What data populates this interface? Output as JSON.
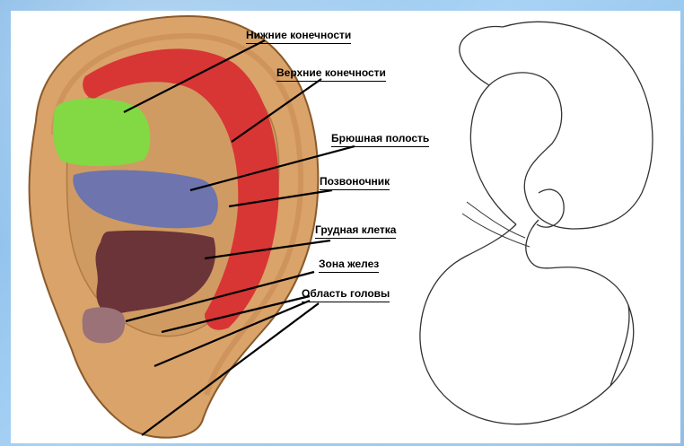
{
  "labels": {
    "lower_limbs": "Нижние конечности",
    "upper_limbs": "Верхние конечности",
    "abdominal_cavity": "Брюшная полость",
    "spine": "Позвоночник",
    "chest": "Грудная клетка",
    "gland_zone": "Зона желез",
    "head_area": "Область головы"
  },
  "colors": {
    "ear_skin": "#d9a36a",
    "ear_outline": "#8a5a2b",
    "lower_limbs_zone": "#82d943",
    "upper_limbs_zone": "#d83535",
    "spine_zone": "#6e74ad",
    "chest_zone": "#6b3438",
    "gland_zone": "#9a7277",
    "background": "#8fc0ea"
  }
}
